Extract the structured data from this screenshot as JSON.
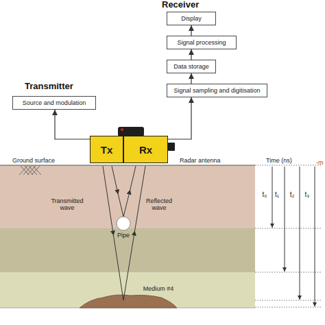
{
  "diagram": {
    "nodes": [
      {
        "text": [
          "Display"
        ]
      },
      {
        "text": [
          "Signal processing"
        ]
      },
      {
        "text": [
          "Data storage"
        ]
      },
      {
        "text": [
          "Signal sampling and digitisation"
        ]
      },
      {
        "text": [
          "Source and modulation"
        ]
      },
      {
        "text": [
          "Tx"
        ]
      },
      {
        "text": [
          "Rx"
        ]
      }
    ],
    "edges": [
      {
        "from": 3,
        "to": 2,
        "arrow": "to"
      },
      {
        "from": 2,
        "to": 1,
        "arrow": "to"
      },
      {
        "from": 1,
        "to": 0,
        "arrow": "to"
      },
      {
        "from": 5,
        "to": 4,
        "arrow": "to"
      },
      {
        "from": 6,
        "to": 3,
        "arrow": "to"
      }
    ],
    "labels": [
      "Receiver",
      "Transmitter",
      "Ground surface",
      "Radar antenna",
      "Transmitted wave",
      "Reflected wave",
      "Pipe",
      "Medium #4",
      "Time (ns)",
      "t₀",
      "t₁",
      "t₂",
      "t₃",
      "-m"
    ]
  }
}
